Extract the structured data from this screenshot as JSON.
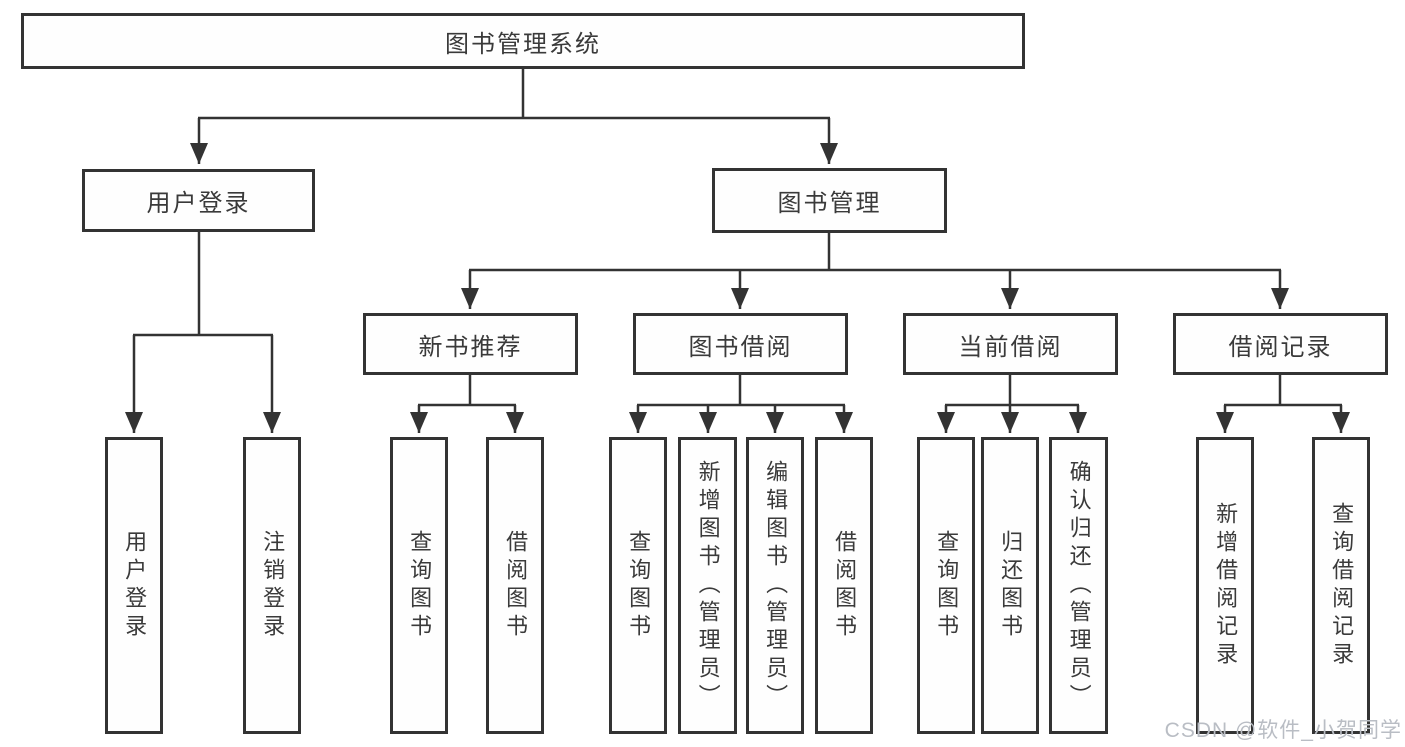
{
  "diagram": {
    "title": "图书管理系统",
    "branches": [
      {
        "label": "用户登录",
        "children": [
          {
            "label": "用户登录"
          },
          {
            "label": "注销登录"
          }
        ]
      },
      {
        "label": "图书管理",
        "children": [
          {
            "label": "新书推荐",
            "children": [
              {
                "label": "查询图书"
              },
              {
                "label": "借阅图书"
              }
            ]
          },
          {
            "label": "图书借阅",
            "children": [
              {
                "label": "查询图书"
              },
              {
                "label": "新增图书（管理员）"
              },
              {
                "label": "编辑图书（管理员）"
              },
              {
                "label": "借阅图书"
              }
            ]
          },
          {
            "label": "当前借阅",
            "children": [
              {
                "label": "查询图书"
              },
              {
                "label": "归还图书"
              },
              {
                "label": "确认归还（管理员）"
              }
            ]
          },
          {
            "label": "借阅记录",
            "children": [
              {
                "label": "新增借阅记录"
              },
              {
                "label": "查询借阅记录"
              }
            ]
          }
        ]
      }
    ]
  },
  "watermark": {
    "text": "CSDN @软件_小贺同学"
  },
  "colors": {
    "line": "#333333",
    "box_border": "#333333",
    "text": "#3a3a3a",
    "background": "#ffffff",
    "watermark": "#b9bdc4"
  }
}
